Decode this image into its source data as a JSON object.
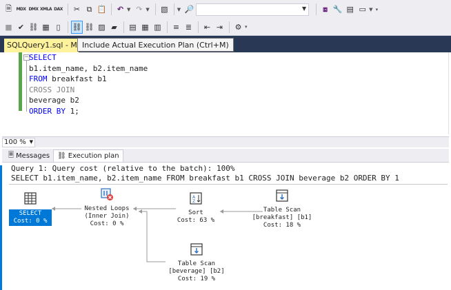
{
  "toolbar1": {
    "combo_value": ""
  },
  "tab": {
    "label": "SQLQuery1.sql - MY...",
    "tooltip": "Include Actual Execution Plan (Ctrl+M)"
  },
  "editor": {
    "lines": [
      {
        "kw": "SELECT",
        "rest": ""
      },
      {
        "kw": "",
        "rest": "b1.item_name, b2.item_name"
      },
      {
        "kw": "FROM",
        "rest": " breakfast b1"
      },
      {
        "kw": "CROSS JOIN",
        "rest": ""
      },
      {
        "kw": "",
        "rest": "beverage b2"
      },
      {
        "kw": "ORDER BY",
        "rest": " 1;"
      }
    ]
  },
  "zoom": "100 %",
  "result_tabs": {
    "messages": "Messages",
    "execution_plan": "Execution plan"
  },
  "plan": {
    "query_cost": "Query 1: Query cost (relative to the batch): 100%",
    "query_text": "SELECT b1.item_name, b2.item_name FROM breakfast b1 CROSS JOIN beverage b2 ORDER BY 1",
    "nodes": {
      "select": {
        "name": "SELECT",
        "cost": "Cost: 0 %"
      },
      "nested_loops": {
        "name": "Nested Loops",
        "sub": "(Inner Join)",
        "cost": "Cost: 0 %"
      },
      "sort": {
        "name": "Sort",
        "cost": "Cost: 63 %"
      },
      "scan_breakfast": {
        "name": "Table Scan",
        "sub": "[breakfast] [b1]",
        "cost": "Cost: 18 %"
      },
      "scan_beverage": {
        "name": "Table Scan",
        "sub": "[beverage] [b2]",
        "cost": "Cost: 19 %"
      }
    }
  }
}
